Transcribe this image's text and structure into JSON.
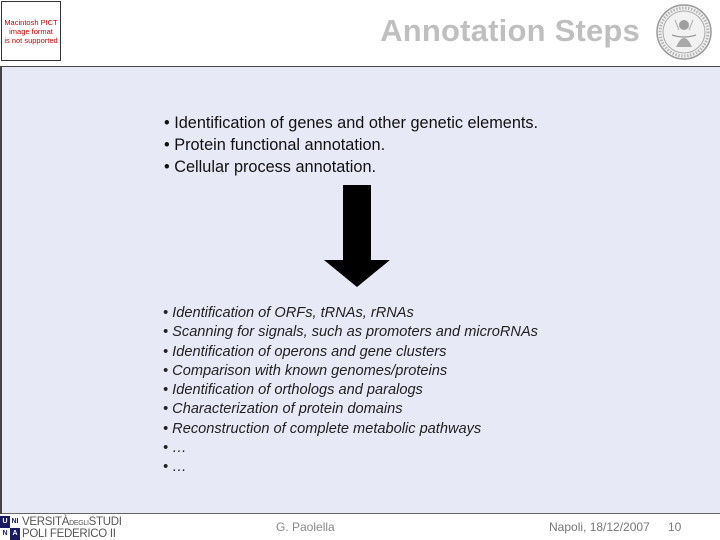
{
  "header": {
    "pict_placeholder": [
      "Macintosh PICT",
      "image format",
      "is not supported"
    ],
    "title": "Annotation Steps"
  },
  "top_list": [
    "• Identification of genes and other genetic elements.",
    "• Protein functional annotation.",
    "• Cellular process annotation."
  ],
  "bottom_list": [
    "• Identification of ORFs, tRNAs, rRNAs",
    "• Scanning for signals, such as promoters and microRNAs",
    "• Identification of operons and gene clusters",
    "• Comparison with known genomes/proteins",
    "• Identification of orthologs and paralogs",
    "• Characterization of protein domains",
    "• Reconstruction of complete metabolic pathways",
    "• …",
    "• …"
  ],
  "footer": {
    "logo": {
      "cells": [
        "UNI",
        "NA"
      ],
      "line1_a": "VERSITÀ",
      "line1_b": "DEGLI",
      "line1_c": "STUDI",
      "line2": "POLI FEDERICO II"
    },
    "author": "G. Paolella",
    "place_date": "Napoli, 18/12/2007",
    "page_number": "10"
  },
  "colors": {
    "content_bg": "#e7e9f7",
    "title": "#bfbfbf",
    "placeholder_text": "#cc0000",
    "arrow": "#000000"
  }
}
